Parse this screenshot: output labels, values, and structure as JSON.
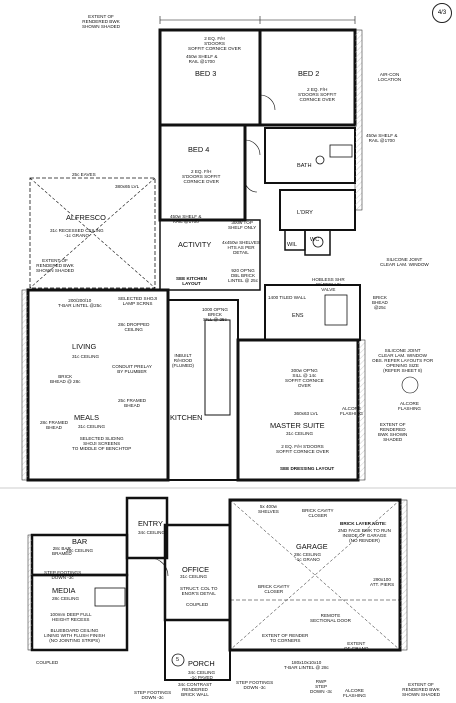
{
  "sheet_number": "4/3",
  "upper_plan": {
    "rooms": {
      "bed3": "BED 3",
      "bed2": "BED 2",
      "bed4": "BED 4",
      "bath": "BATH",
      "ldry": "L'DRY",
      "wil": "WIL",
      "wc": "WC",
      "ens": "ENS",
      "activity": "ACTIVITY",
      "alfresco": "ALFRESCO",
      "living": "LIVING",
      "meals": "MEALS",
      "kitchen": "KITCHEN",
      "master_suite": "MASTER SUITE"
    },
    "notes": {
      "extent_top": "EXTENT OF\nRENDERED BWK\nSHOWN SHADED",
      "door_bed3": "2 EQ. F/H\nS'DOORS\nSOFFIT CORNICE OVER",
      "shelf_bed3": "450w SHELF &\nRAIL @1700",
      "door_bed2": "2 EQ. F/H\nS'DOORS SOFFIT\nCORNICE OVER",
      "aircon": "AIR-CON\nLOCATION",
      "shelf_bath": "450w SHELF &\nRAIL @1700",
      "door_bed4": "2 EQ. F/H\nS'DOORS SOFFIT\nCORNICE OVER",
      "shelf_bed4": "450w SHELF &\nRAIL @1700",
      "top_shelf": "300w TOP\nSHELF ONLY",
      "wil_shelves": "4x450w SHELVES\nHTS AS PER\nDETAIL",
      "see_kitchen": "SEE KITCHEN\nLAYOUT",
      "opening_920": "920 OP'NG\nDBL BRICK\nLINTEL @ 25c",
      "opening_1000": "1000 OP'NG\nBRICK\nSILL @ 25c",
      "tiled_wall": "1400 TILED WALL",
      "hobless": "HOBLESS SHR\nW/ REFLUX\nVALVE",
      "silicone1": "SILICONE JOINT\nCLEAR LAM. WINDOW",
      "silicone2": "SILICONE JOINT\nCLEAR LAM. WINDOW\nOBS. REFER LAYOUTS FOR\nOPENING SIZE\n(REFER SHEET 8)",
      "brick_bhead": "BRICK\nBHEAD\n@25c",
      "alcore": "ALCORE\nFLASHING",
      "eaves": "25c EAVES",
      "lintel_380": "380x65 LVL",
      "alfresco_ceiling": "31c RECESSED CEILING\n-1c GRANO",
      "extent_left": "EXTENT OF\nRENDERED BWK\nSHOWN SHADED",
      "tbar": "200/200/10\nT-BAR LINTEL @25c",
      "shoji": "SELECTED SHOJI\nLAMP SCRNS",
      "dropped": "28c DROPPED\nCEILING",
      "living_ceiling": "31c CEILING",
      "conduit": "CONDUIT PRELAY\nBY PLUMBER",
      "brick_bhead2": "BRICK\nBHEAD @ 28c",
      "framed": "25c FRAMED\nBHEAD",
      "framed2": "28c FRAMED\nBHEAD",
      "meals_ceiling": "31c CEILING",
      "sliding": "SELECTED SLIDING\nSHOJI SCREENS\nTO MIDDLE OF BENCHTOP",
      "rhood": "INBUILT\nR/HOOD\n(FLUMED)",
      "master_ceiling": "31c CEILING",
      "sill_300": "300w OP'NG\nSILL @ 14c\nSOFFIT CORNICE\nOVER",
      "lvl_360": "360x63 LVL",
      "door_master": "2 EQ. F/H S'DOORS\nSOFFIT CORNICE OVER",
      "see_dressing": "SEE DRESSING LAYOUT",
      "alcore2": "ALCORE\nFLASHING",
      "extent_right": "EXTENT OF\nRENDERED\nBWK SHOWN\nSHADED"
    }
  },
  "lower_plan": {
    "rooms": {
      "entry": "ENTRY",
      "bar": "BAR",
      "media": "MEDIA",
      "office": "OFFICE",
      "garage": "GARAGE",
      "porch": "PORCH"
    },
    "notes": {
      "shelves": "5x 400w\nSHELVES",
      "cavity_closer": "BRICK CAVITY\nCLOSER",
      "bricklayer_title": "BRICK LAYER NOTE:",
      "bricklayer_body": "2ND FACE BWK TO RUN\nINSIDE OF GARAGE\n(NO RENDER)",
      "entry_ceiling": "34c CEILING",
      "bar_ceiling": "28c BAR\nBRAMED",
      "bar_ceiling2": "28c CEILING",
      "step_footings": "STEP FOOTINGS\nDOWN -3c",
      "media_ceiling": "28c CEILING",
      "deep_footings": "100mm DEEP FULL\nHEIGHT RECESS",
      "blueboard": "BLUEBOARD CEILING\nLINING WITH FLUSH FINISH\n(NO JOINTING STRIPS)",
      "coupled": "COUPLED",
      "office_ceiling": "31c CEILING",
      "struct_col": "STRUCT. COL TO\nENGR'S DETAIL",
      "coupled2": "COUPLED",
      "garage_ceiling": "28c CEILING\n-1c GRANO",
      "cavity_closer2": "BRICK CAVITY\nCLOSER",
      "att_piers": "290x100\nATT. PIERS",
      "remote_door": "REMOTE\nSECTIONAL DOOR",
      "extent_render": "EXTENT OF RENDER\nTO CORNERS",
      "extent_grano": "EXTENT\nOF GRANO",
      "tbar_lintel": "180x10x10x10\nT-BAR LINTEL @ 28c",
      "porch_ceiling": "34c CEILING\n-1c PAVED",
      "contrast": "34c CONTRAST\nRENDERED\nBRICK WALL",
      "step_footings2": "STEP FOOTINGS\nDOWN -3c",
      "step_footings3": "STEP FOOTINGS\nDOWN -3c",
      "rwp_porch": "RWP\nSTEP\nDOWN -3c",
      "alcore": "ALCORE\nFLASHING",
      "extent_rendered": "EXTENT OF\nRENDERED BWK\nSHOWN SHADED",
      "porch_no": "5"
    }
  }
}
